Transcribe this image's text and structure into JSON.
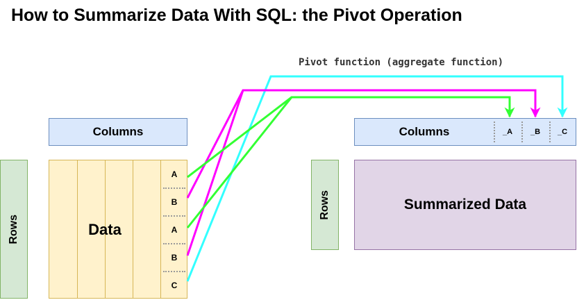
{
  "title": "How to Summarize Data With SQL: the Pivot Operation",
  "pivot_label": "Pivot function (aggregate function)",
  "source": {
    "columns_label": "Columns",
    "rows_label": "Rows",
    "data_label": "Data",
    "cells": [
      "A",
      "B",
      "A",
      "B",
      "C"
    ]
  },
  "target": {
    "columns_label": "Columns",
    "rows_label": "Rows",
    "data_label": "Summarized Data",
    "pivot_columns": [
      "_A",
      "_B",
      "_C"
    ]
  },
  "colors": {
    "A": "#33ff33",
    "B": "#ff00ff",
    "C": "#33ffff"
  }
}
